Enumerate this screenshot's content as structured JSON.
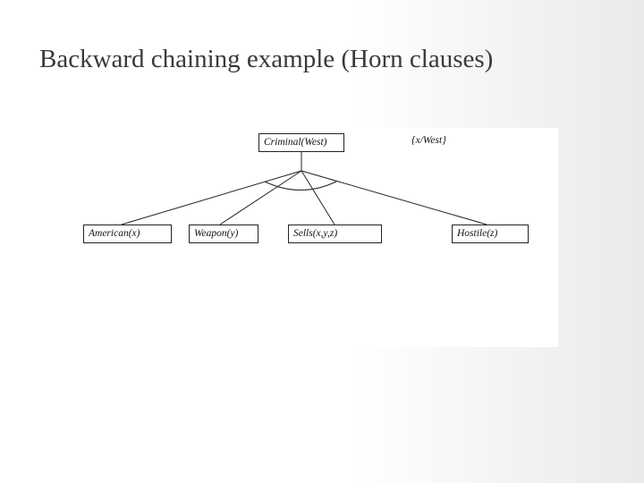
{
  "slide": {
    "title": "Backward chaining example (Horn clauses)"
  },
  "diagram": {
    "goal": "Criminal(West)",
    "substitution": "{x/West}",
    "subgoals": [
      "American(x)",
      "Weapon(y)",
      "Sells(x,y,z)",
      "Hostile(z)"
    ]
  }
}
